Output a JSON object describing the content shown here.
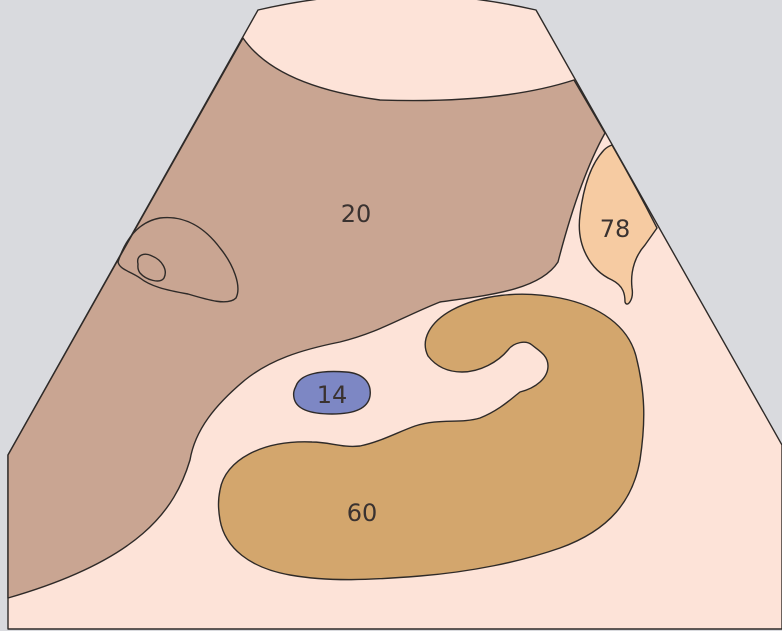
{
  "colors": {
    "background": "#d9dade",
    "sector_fill": "#fde3d8",
    "region_20": "#c9a592",
    "region_60": "#d3a66d",
    "region_78": "#f6cba2",
    "region_14": "#7d87c4"
  },
  "labels": {
    "region_20": "20",
    "region_78": "78",
    "region_14": "14",
    "region_60": "60"
  }
}
